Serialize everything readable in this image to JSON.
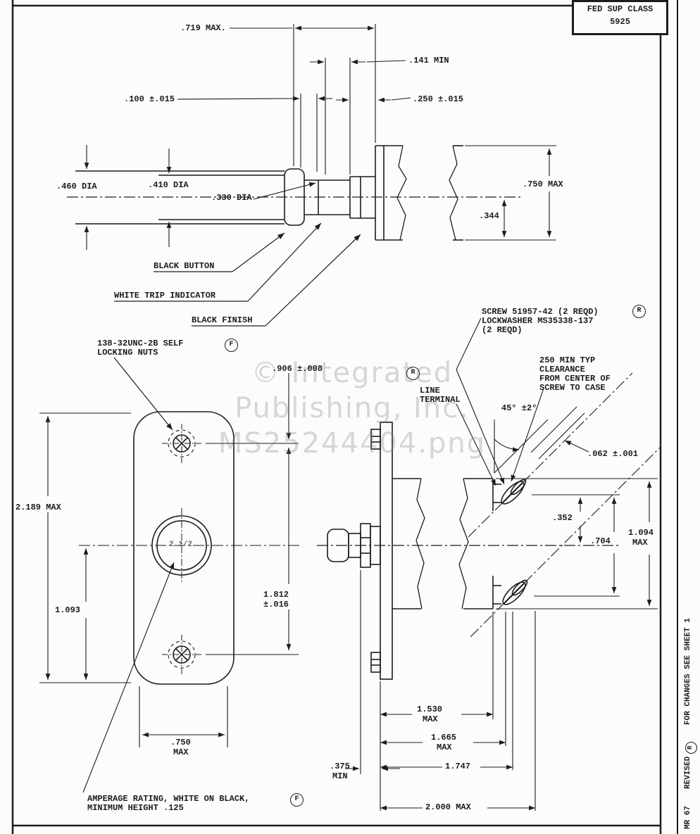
{
  "colors": {
    "ink": "#1c1c1c",
    "paper": "#fcfcfa",
    "watermark": "rgba(125,125,125,0.30)"
  },
  "title_block": {
    "class_label": "FED SUP CLASS",
    "class_value": "5925"
  },
  "margin": {
    "changes_note": "FOR CHANGES SEE SHEET 1",
    "revised": "REVISED",
    "revised_mark": "R",
    "sheet_code": "MR 67"
  },
  "watermark": {
    "line1": "© Integrated",
    "line2": "Publishing, Inc.",
    "line3": "MS25244404.png"
  },
  "top_view": {
    "dim_719": ".719 MAX.",
    "dim_141": ".141 MIN",
    "dim_100": ".100 ±.015",
    "dim_250": ".250 ±.015",
    "dim_460": ".460 DIA",
    "dim_410": ".410 DIA",
    "dim_330": ".330 DIA",
    "dim_750": ".750 MAX",
    "dim_344": ".344",
    "black_button": "BLACK BUTTON",
    "white_trip_indicator": "WHITE TRIP INDICATOR",
    "black_finish": "BLACK FINISH"
  },
  "front_view": {
    "locking_nuts_line1": "138-32UNC-2B SELF",
    "locking_nuts_line2": "LOCKING NUTS",
    "locking_nuts_flag": "F",
    "dim_2189": "2.189 MAX",
    "dim_1093": "1.093",
    "amperage_value": "2 1/2",
    "dim_906": ".906 ±.008",
    "dim_1812_value": "1.812",
    "dim_1812_tol": "±.016",
    "dim_750_value": ".750",
    "dim_750_max": "MAX",
    "amperage_note_line1": "AMPERAGE RATING, WHITE ON BLACK,",
    "amperage_note_line2": "MINIMUM HEIGHT .125",
    "amperage_flag": "F"
  },
  "side_view": {
    "screw_note_line1": "SCREW 51957-42 (2 REQD)",
    "screw_note_mark": "R",
    "screw_note_line2": "LOCKWASHER MS35338-137",
    "screw_note_line3": "(2 REQD)",
    "terminal_mark": "R",
    "line_terminal_line1": "LINE",
    "line_terminal_line2": "TERMINAL",
    "clearance_line1": "250 MIN TYP",
    "clearance_line2": "CLEARANCE",
    "clearance_line3": "FROM CENTER OF",
    "clearance_line4": "SCREW TO CASE",
    "dim_angle": "45° ±2°",
    "dim_062": ".062 ±.001",
    "dim_352": ".352",
    "dim_704": ".704",
    "dim_1094_value": "1.094",
    "dim_1094_max": "MAX",
    "dim_1530_value": "1.530",
    "dim_1530_max": "MAX",
    "dim_1665_value": "1.665",
    "dim_1665_max": "MAX",
    "dim_1747": "1.747",
    "dim_375_value": ".375",
    "dim_375_min": "MIN",
    "dim_2000": "2.000 MAX"
  }
}
